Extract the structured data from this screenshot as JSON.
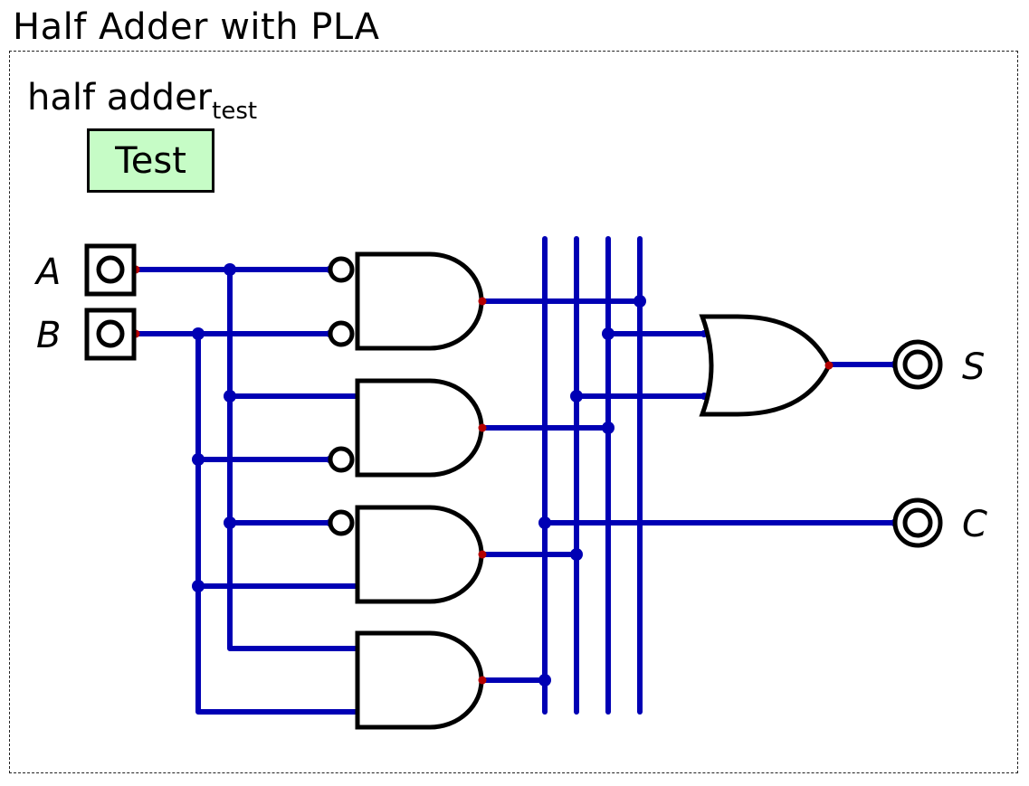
{
  "title": "Half Adder with PLA",
  "test_panel": {
    "label": "half adder",
    "label_subscript": "test",
    "button_label": "Test"
  },
  "inputs": [
    {
      "name": "A"
    },
    {
      "name": "B"
    }
  ],
  "outputs": [
    {
      "name": "S"
    },
    {
      "name": "C"
    }
  ],
  "colors": {
    "wire": "#0000b4",
    "connection_point": "#b40000",
    "test_button": "#c6fcc6"
  },
  "gates": [
    {
      "type": "AND",
      "inverted_inputs": [
        "A",
        "B"
      ]
    },
    {
      "type": "AND",
      "inverted_inputs": [
        "B"
      ]
    },
    {
      "type": "AND",
      "inverted_inputs": [
        "A"
      ]
    },
    {
      "type": "AND",
      "inverted_inputs": []
    },
    {
      "type": "OR",
      "inverted_inputs": []
    }
  ]
}
